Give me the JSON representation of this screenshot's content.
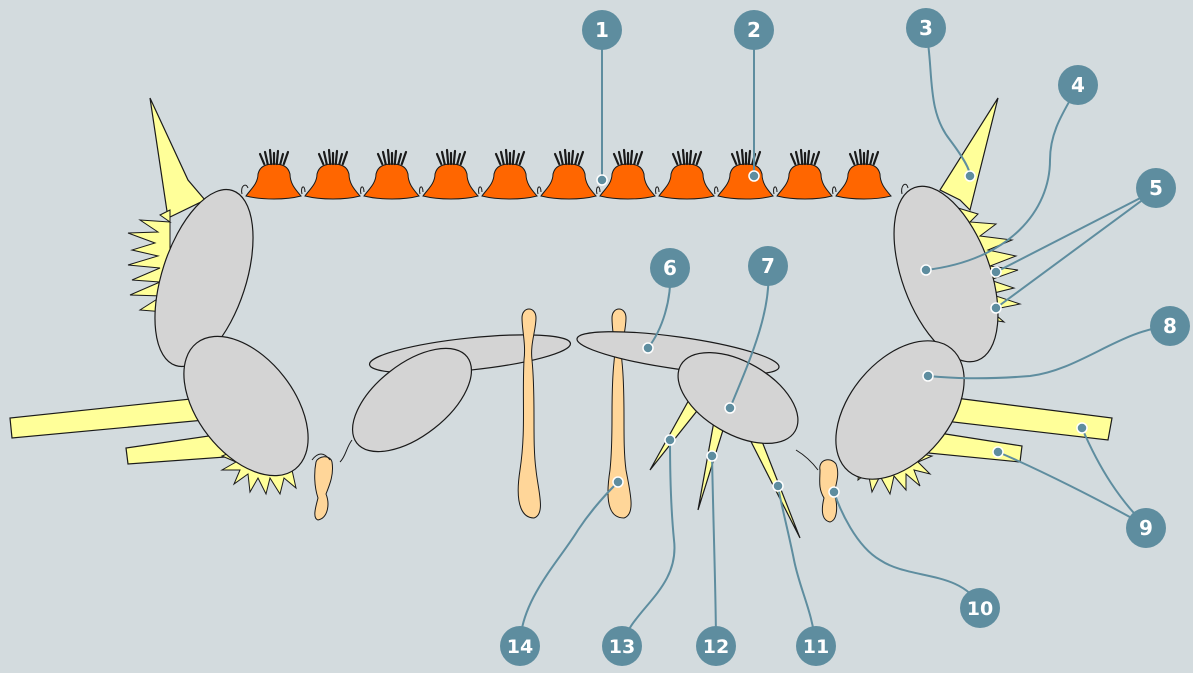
{
  "diagram": {
    "colors": {
      "background": "#d3dbde",
      "callout": "#5e8d9f",
      "callout_text": "#ffffff",
      "leader_line": "#5e8d9f",
      "segment_fill": "#ff6600",
      "bristle": "#1a1a1a",
      "spine_fill": "#ffff99",
      "appendage_fill": "#d4d4d4",
      "outline": "#1a1a1a",
      "tooth_fill": "#ffd699"
    },
    "callouts": [
      {
        "number": "1"
      },
      {
        "number": "2"
      },
      {
        "number": "3"
      },
      {
        "number": "4"
      },
      {
        "number": "5"
      },
      {
        "number": "6"
      },
      {
        "number": "7"
      },
      {
        "number": "8"
      },
      {
        "number": "9"
      },
      {
        "number": "10"
      },
      {
        "number": "11"
      },
      {
        "number": "12"
      },
      {
        "number": "13"
      },
      {
        "number": "14"
      }
    ]
  }
}
